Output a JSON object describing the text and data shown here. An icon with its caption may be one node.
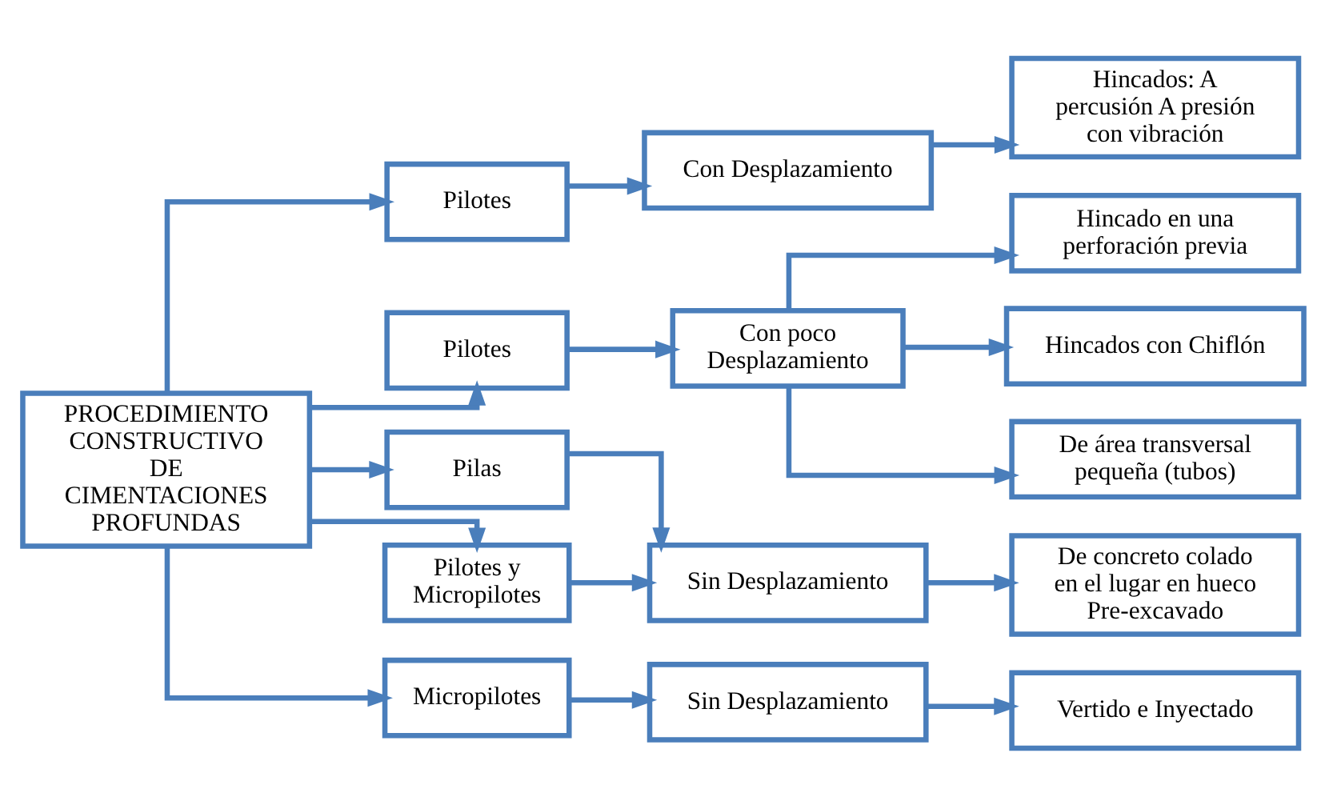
{
  "diagram": {
    "nodes": [
      {
        "text": [
          "PROCEDIMIENTO CONSTRUCTIVO DE CIMENTACIONES PROFUNDAS"
        ]
      },
      {
        "text": [
          "Pilotes"
        ]
      },
      {
        "text": [
          "Con Desplazamiento"
        ]
      },
      {
        "text": [
          "Hincados: A percusión A presión con vibración"
        ]
      },
      {
        "text": [
          "Pilotes"
        ]
      },
      {
        "text": [
          "Con poco Desplazamiento"
        ]
      },
      {
        "text": [
          "Hincado en una perforación previa"
        ]
      },
      {
        "text": [
          "Hincados con Chiflón"
        ]
      },
      {
        "text": [
          "De área transversal pequeña (tubos)"
        ]
      },
      {
        "text": [
          "Pilas"
        ]
      },
      {
        "text": [
          "Pilotes y Micropilotes"
        ]
      },
      {
        "text": [
          "Sin Desplazamiento"
        ]
      },
      {
        "text": [
          "De concreto colado en el lugar en hueco Pre-excavado"
        ]
      },
      {
        "text": [
          "Micropilotes"
        ]
      },
      {
        "text": [
          "Sin Desplazamiento"
        ]
      },
      {
        "text": [
          "Vertido e Inyectado"
        ]
      }
    ],
    "edges": [
      {
        "from": 0,
        "to": 1,
        "arrow": "to"
      },
      {
        "from": 0,
        "to": 4,
        "arrow": "to"
      },
      {
        "from": 0,
        "to": 9,
        "arrow": "to"
      },
      {
        "from": 0,
        "to": 10,
        "arrow": "to"
      },
      {
        "from": 0,
        "to": 13,
        "arrow": "to"
      },
      {
        "from": 1,
        "to": 2,
        "arrow": "to"
      },
      {
        "from": 2,
        "to": 3,
        "arrow": "to"
      },
      {
        "from": 4,
        "to": 5,
        "arrow": "to"
      },
      {
        "from": 5,
        "to": 6,
        "arrow": "to"
      },
      {
        "from": 5,
        "to": 7,
        "arrow": "to"
      },
      {
        "from": 5,
        "to": 8,
        "arrow": "to"
      },
      {
        "from": 9,
        "to": 11,
        "arrow": "to"
      },
      {
        "from": 10,
        "to": 11,
        "arrow": "to"
      },
      {
        "from": 11,
        "to": 12,
        "arrow": "to"
      },
      {
        "from": 13,
        "to": 14,
        "arrow": "to"
      },
      {
        "from": 14,
        "to": 15,
        "arrow": "to"
      }
    ]
  }
}
